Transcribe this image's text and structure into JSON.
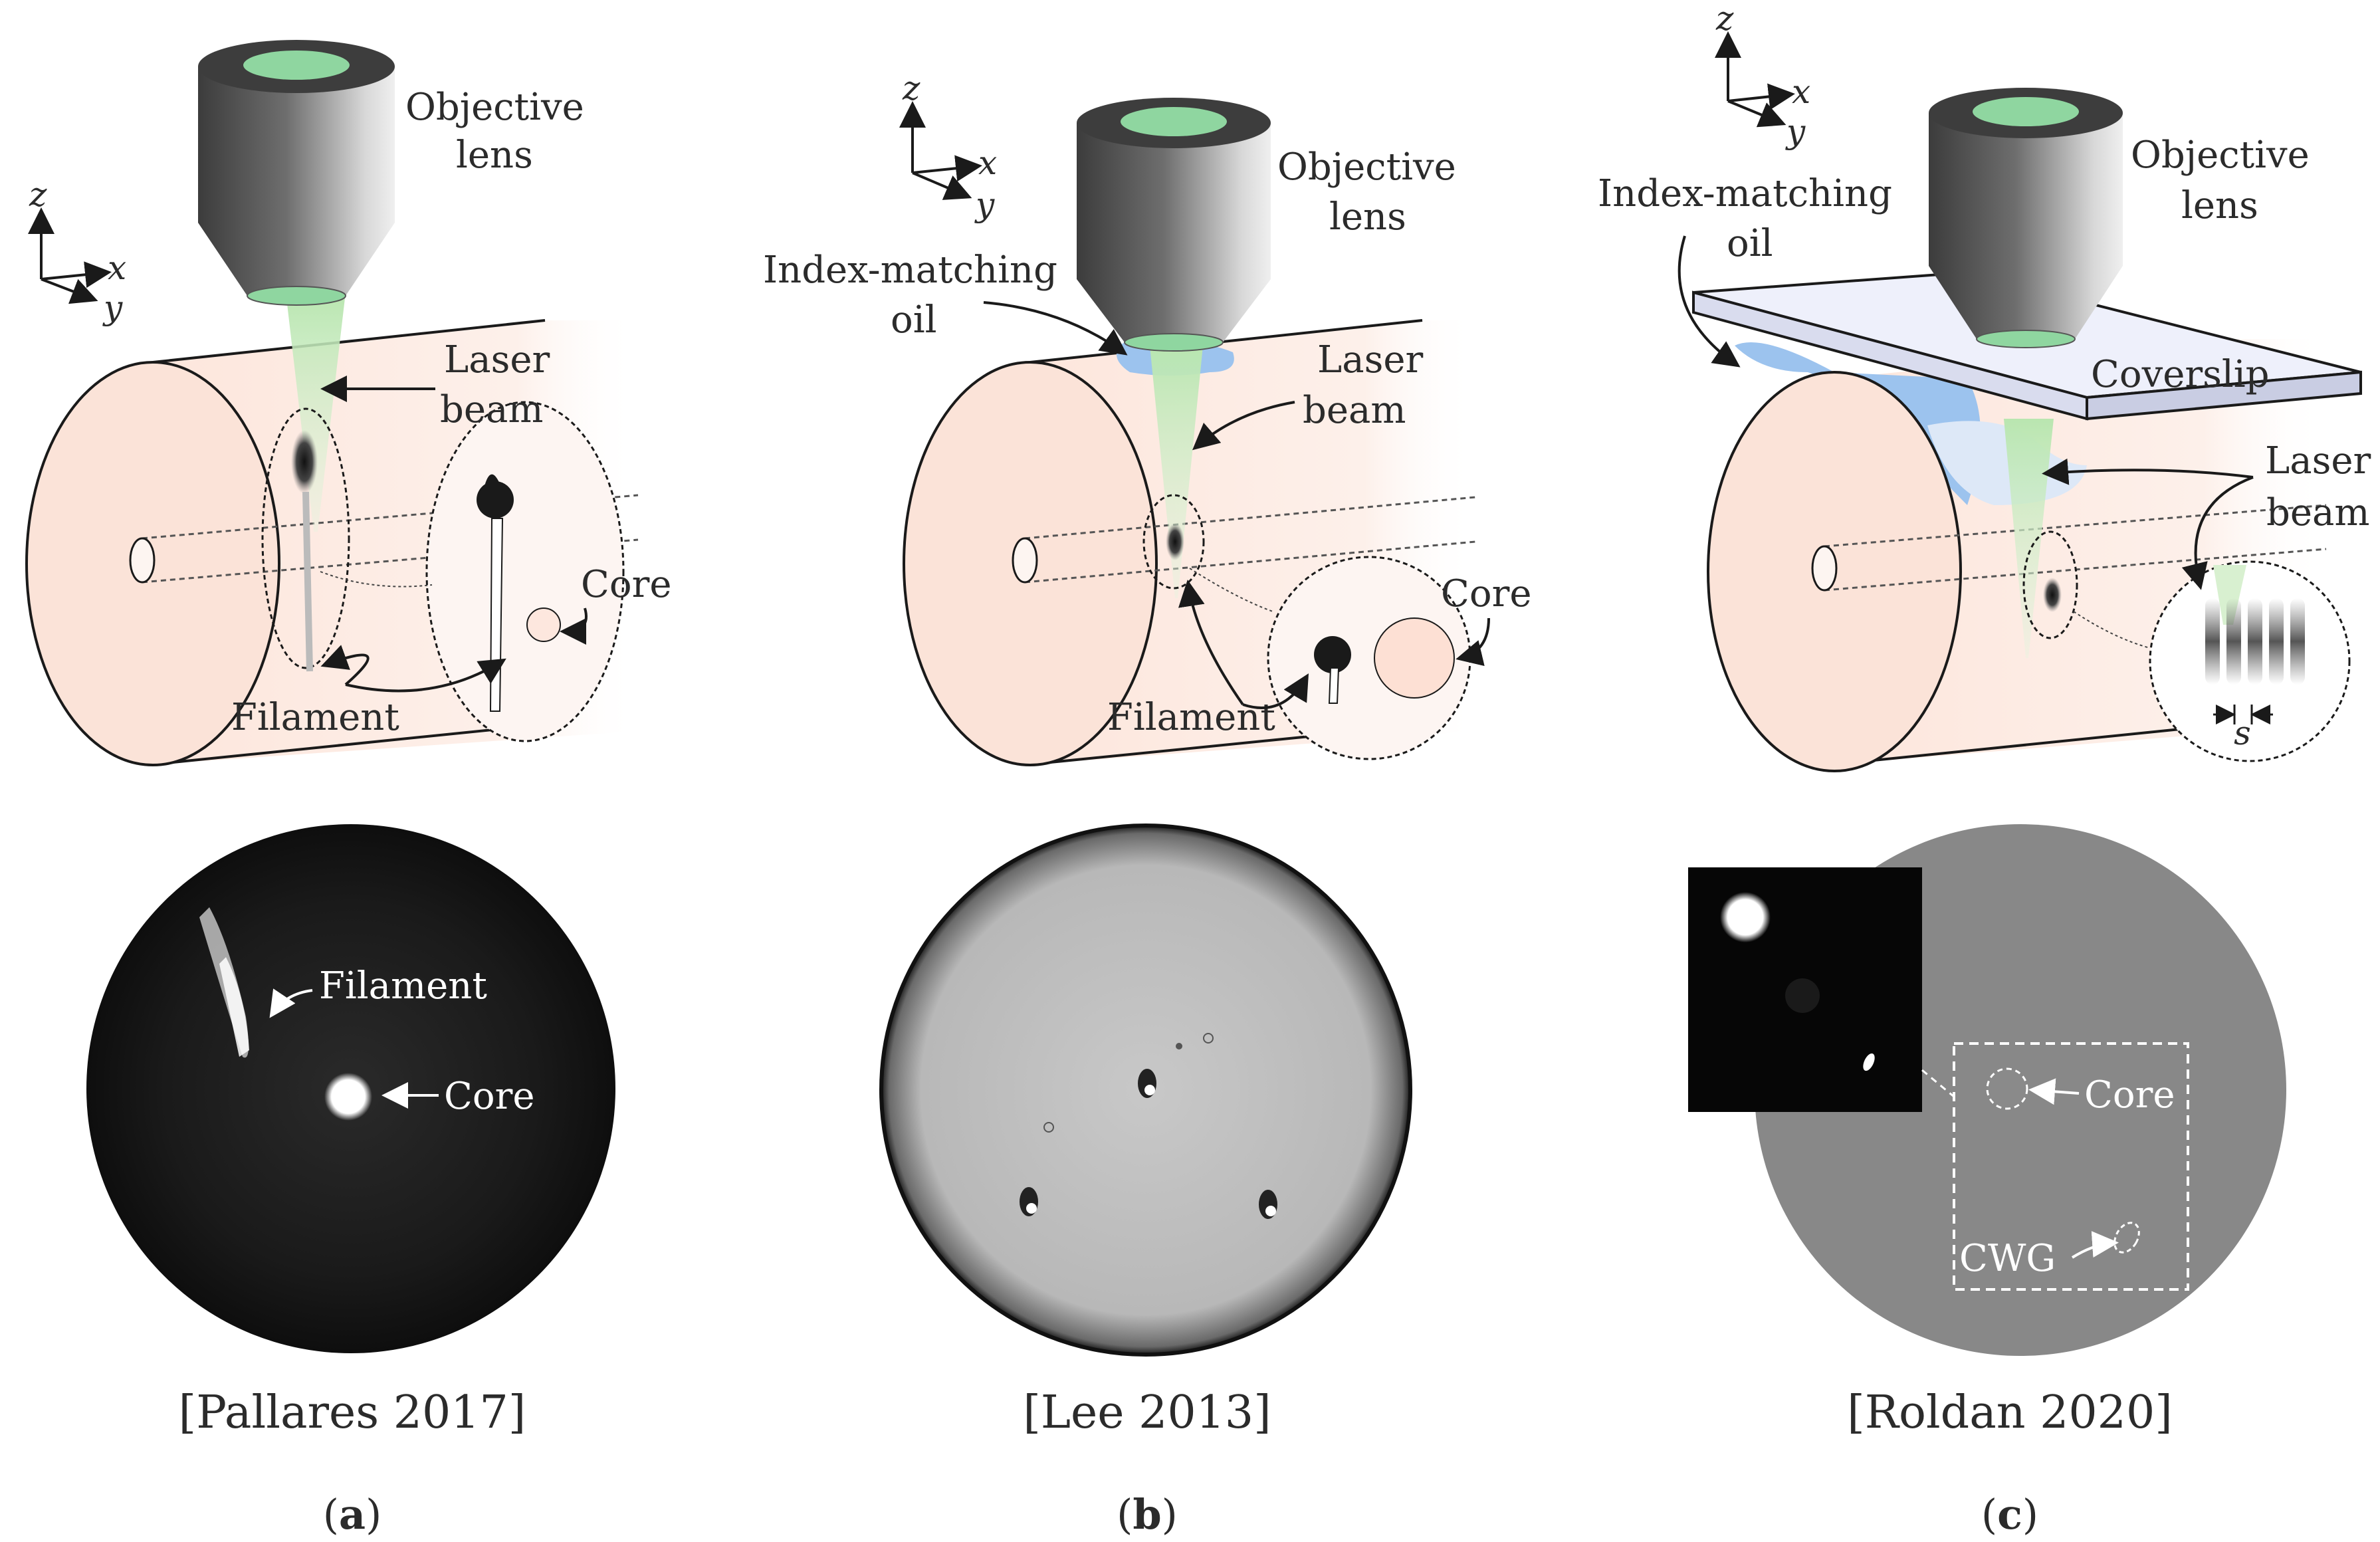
{
  "panels": {
    "a": {
      "sublabel_open": "(",
      "sublabel_letter": "a",
      "sublabel_close": ")",
      "citation": "[Pallares 2017]",
      "objective_line1": "Objective",
      "objective_line2": "lens",
      "laser_line1": "Laser",
      "laser_line2": "beam",
      "core": "Core",
      "filament": "Filament",
      "photo_filament": "Filament",
      "photo_core": "Core",
      "axis_x": "x",
      "axis_y": "y",
      "axis_z": "z"
    },
    "b": {
      "sublabel_open": "(",
      "sublabel_letter": "b",
      "sublabel_close": ")",
      "citation": "[Lee 2013]",
      "objective_line1": "Objective",
      "objective_line2": "lens",
      "oil_line1": "Index-matching",
      "oil_line2": "oil",
      "laser_line1": "Laser",
      "laser_line2": "beam",
      "core": "Core",
      "filament": "Filament",
      "axis_x": "x",
      "axis_y": "y",
      "axis_z": "z"
    },
    "c": {
      "sublabel_open": "(",
      "sublabel_letter": "c",
      "sublabel_close": ")",
      "citation": "[Roldan 2020]",
      "objective_line1": "Objective",
      "objective_line2": "lens",
      "oil_line1": "Index-matching",
      "oil_line2": "oil",
      "coverslip": "Coverslip",
      "laser_line1": "Laser",
      "laser_line2": "beam",
      "spacing": "s",
      "photo_core": "Core",
      "photo_cwg": "CWG",
      "axis_x": "x",
      "axis_y": "y",
      "axis_z": "z"
    }
  },
  "colors": {
    "fiber_fill": "#fdebe3",
    "beam": "#cdebc5",
    "oil": "#9cc3ee",
    "coverslip": "#eef0fb",
    "lens_dark": "#4d4d4d",
    "lens_light": "#d9d9d9",
    "lens_green": "#8fd6a0"
  }
}
